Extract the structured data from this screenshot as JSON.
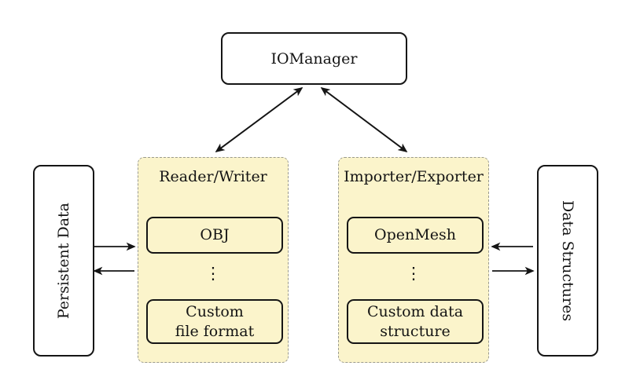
{
  "iomanager": {
    "label": "IOManager"
  },
  "persistent_data": {
    "label": "Persistent Data"
  },
  "data_structures": {
    "label": "Data Structures"
  },
  "reader_writer": {
    "title": "Reader/Writer",
    "box1": "OBJ",
    "dots": "⋮",
    "box2": "Custom\nfile format"
  },
  "importer_exporter": {
    "title": "Importer/Exporter",
    "box1": "OpenMesh",
    "dots": "⋮",
    "box2": "Custom data\nstructure"
  },
  "colors": {
    "background": "#FFFFFF",
    "group_fill": "#FBF4CB",
    "inner_box_fill": "#FBF4CB",
    "solid_border": "#151515",
    "dashed_border": "#9A9A8E",
    "arrow": "#151515"
  }
}
